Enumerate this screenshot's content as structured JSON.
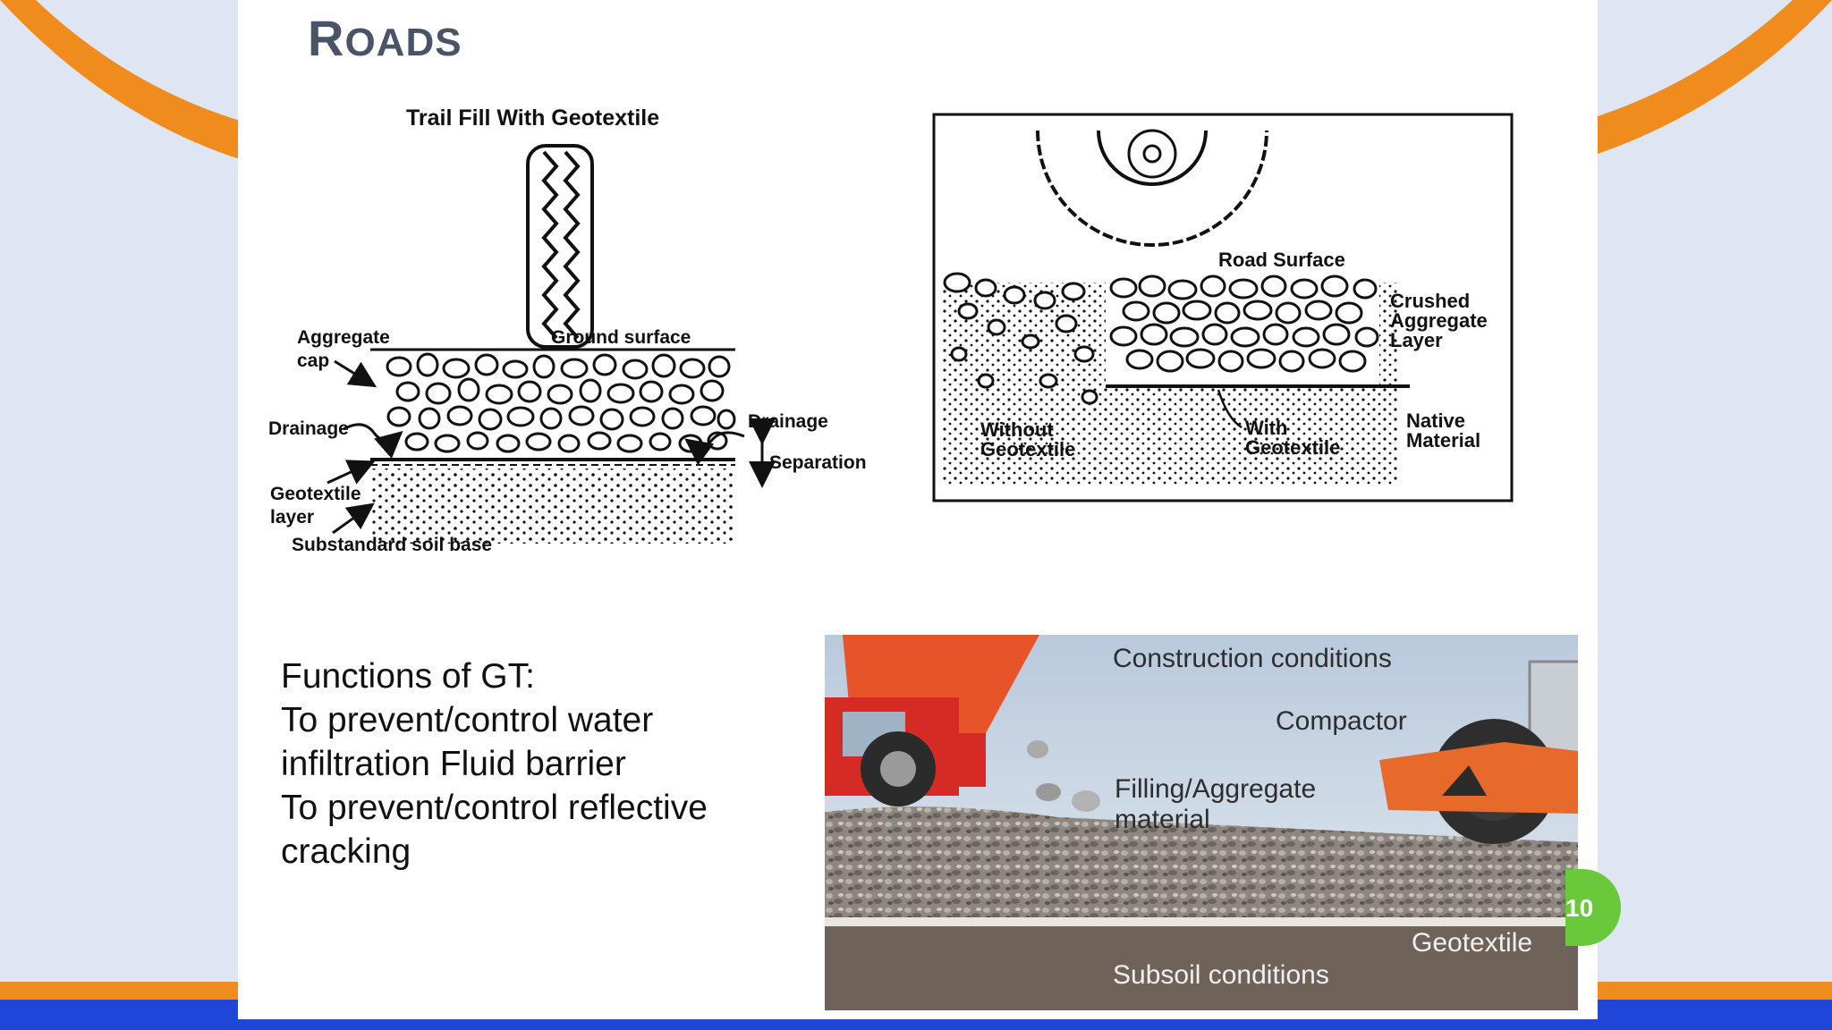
{
  "slide": {
    "title_first": "R",
    "title_rest": "OADS",
    "page_number": "10"
  },
  "diagram_trail": {
    "title": "Trail Fill With Geotextile",
    "labels": {
      "aggregate_1": "Aggregate",
      "aggregate_2": "cap",
      "ground_surface": "Ground surface",
      "drainage_left": "Drainage",
      "drainage_right": "Drainage",
      "separation": "Separation",
      "geotextile_1": "Geotextile",
      "geotextile_2": "layer",
      "soil_base": "Substandard soil base"
    }
  },
  "diagram_road": {
    "labels": {
      "road_surface": "Road Surface",
      "crushed_1": "Crushed",
      "crushed_2": "Aggregate",
      "crushed_3": "Layer",
      "native_1": "Native",
      "native_2": "Material",
      "without_1": "Without",
      "without_2": "Geotextile",
      "with_1": "With",
      "with_2": "Geotextile"
    }
  },
  "functions": {
    "lines": [
      "Functions of GT:",
      "To prevent/control water",
      "infiltration Fluid barrier",
      "To prevent/control reflective",
      "cracking"
    ]
  },
  "photo": {
    "labels": {
      "construction": "Construction conditions",
      "compactor": "Compactor",
      "filling_1": "Filling/Aggregate",
      "filling_2": "material",
      "geotextile": "Geotextile",
      "subsoil": "Subsoil conditions"
    },
    "colors": {
      "sky": "#c9d6e6",
      "truck": "#e8542a",
      "compactor": "#e86a2a",
      "aggregate": "#8b8680",
      "subsoil": "#6e6259"
    }
  },
  "theme": {
    "orange": "#f08c1e",
    "blue": "#1f46d8",
    "side_bg": "#dfe6f3"
  }
}
